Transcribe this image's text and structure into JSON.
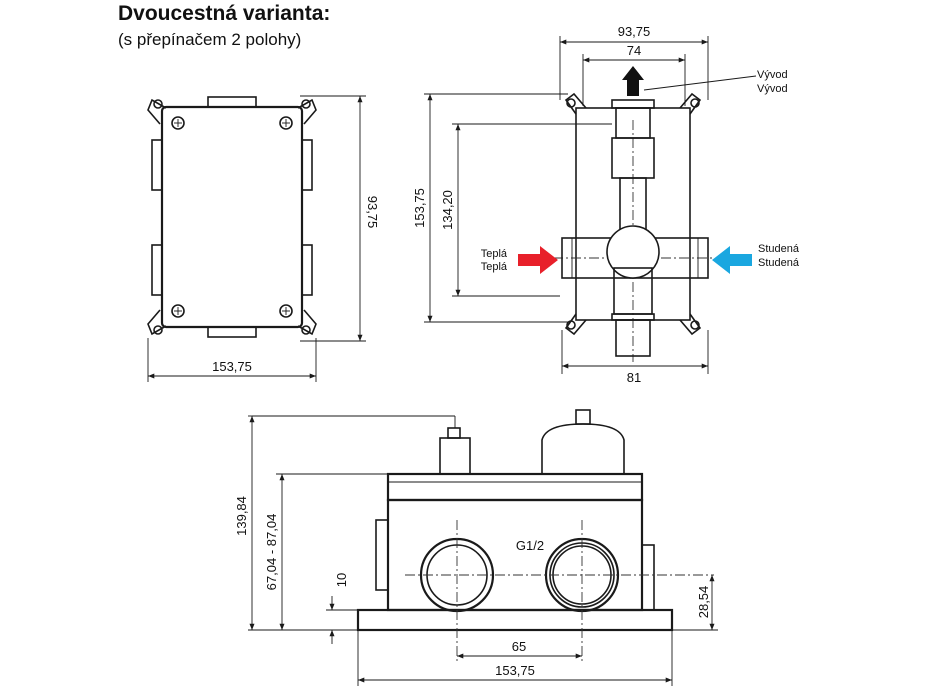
{
  "header": {
    "title": "Dvoucestná varianta:",
    "subtitle": "(s přepínačem 2 polohy)"
  },
  "front_view": {
    "width_label": "153,75",
    "height_label": "93,75"
  },
  "side_view": {
    "top_width_label": "93,75",
    "inner_width_label": "74",
    "bottom_width_label": "81",
    "outer_height_label": "153,75",
    "inner_height_label": "134,20",
    "outlet_label_1": "Vývod",
    "outlet_label_2": "Vývod",
    "hot_label_1": "Teplá",
    "hot_label_2": "Teplá",
    "cold_label_1": "Studená",
    "cold_label_2": "Studená",
    "hot_color": "#e8202a",
    "cold_color": "#1aa7e0"
  },
  "bottom_view": {
    "total_height_label": "139,84",
    "depth_range_label": "67,04 - 87,04",
    "small_offset_label": "10",
    "thread_label": "G1/2",
    "axis_height_label": "28,54",
    "port_spacing_label": "65",
    "width_label": "153,75"
  }
}
